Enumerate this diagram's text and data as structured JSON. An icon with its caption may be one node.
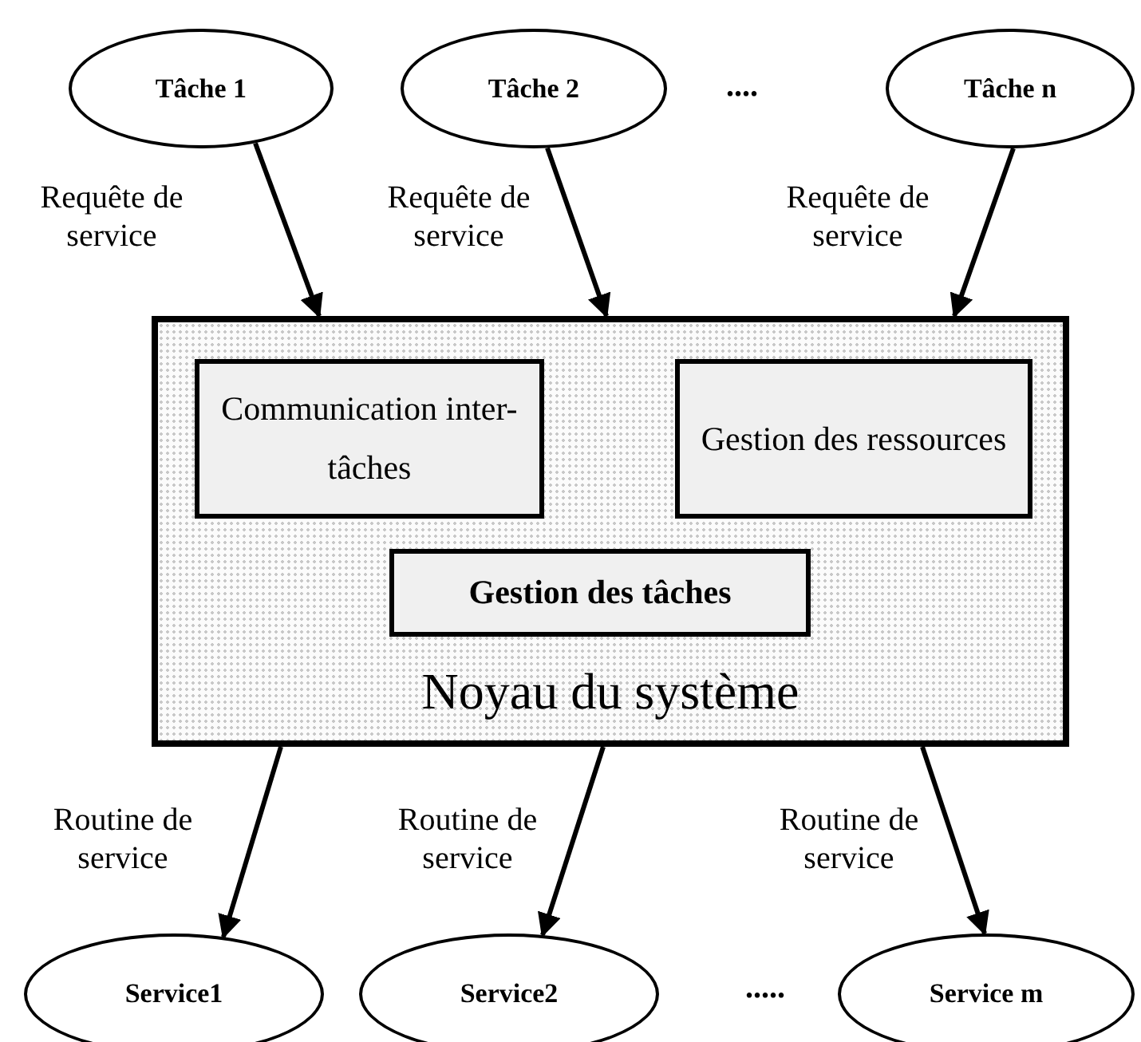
{
  "diagram": {
    "nodes": [
      {
        "text": [
          "Tâche 1"
        ]
      },
      {
        "text": [
          "Tâche 2"
        ]
      },
      {
        "text": [
          "Tâche n"
        ]
      },
      {
        "text": [
          "Noyau du système"
        ]
      },
      {
        "text": [
          "Communication inter-tâches"
        ],
        "in": 3
      },
      {
        "text": [
          "Gestion des ressources"
        ],
        "in": 3
      },
      {
        "text": [
          "Gestion des tâches"
        ],
        "in": 3
      },
      {
        "text": [
          "Service1"
        ]
      },
      {
        "text": [
          "Service2"
        ]
      },
      {
        "text": [
          "Service m"
        ]
      }
    ],
    "edges": [
      {
        "from": 0,
        "to": 3,
        "arrow": "to",
        "label": "Requête de service"
      },
      {
        "from": 1,
        "to": 3,
        "arrow": "to",
        "label": "Requête de service"
      },
      {
        "from": 2,
        "to": 3,
        "arrow": "to",
        "label": "Requête de service"
      },
      {
        "from": 3,
        "to": 7,
        "arrow": "to",
        "label": "Routine de service"
      },
      {
        "from": 3,
        "to": 8,
        "arrow": "to",
        "label": "Routine de service"
      },
      {
        "from": 3,
        "to": 9,
        "arrow": "to",
        "label": "Routine de service"
      }
    ],
    "labels": [
      "....",
      "....."
    ]
  }
}
